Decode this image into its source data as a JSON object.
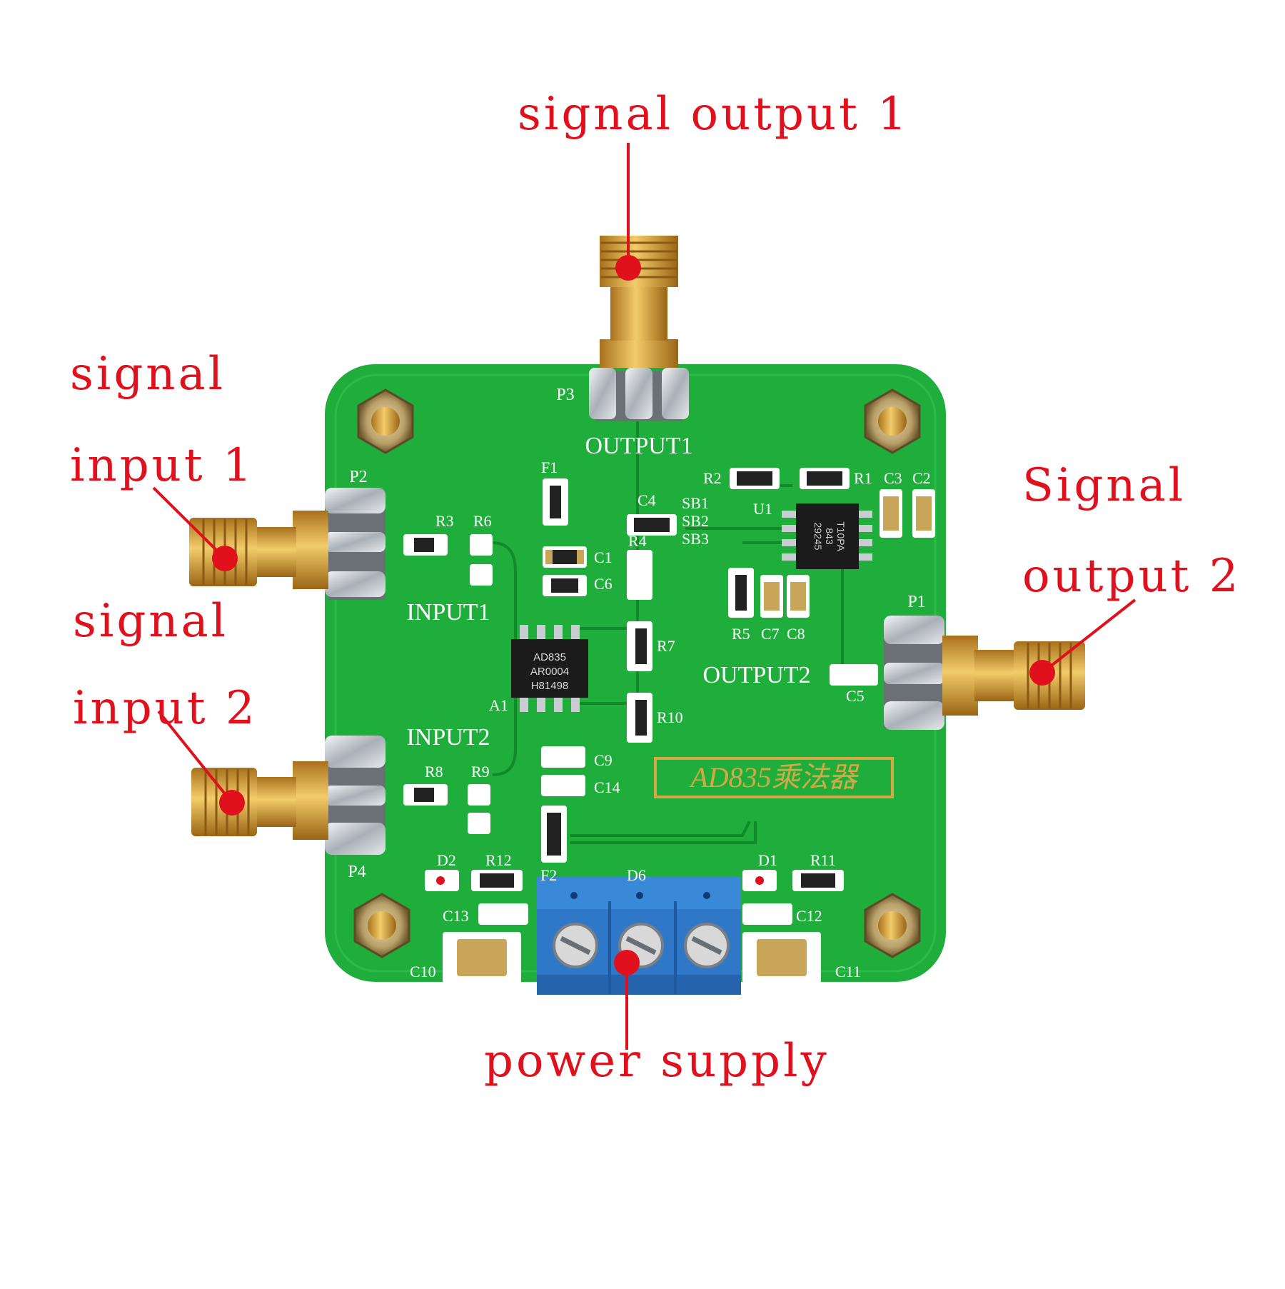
{
  "annotations": {
    "signal_output_1": "signal output 1",
    "signal_input_1_line1": "signal",
    "signal_input_1_line2": "input 1",
    "signal_input_2_line1": "signal",
    "signal_input_2_line2": "input 2",
    "signal_output_2_line1": "Signal",
    "signal_output_2_line2": "output 2",
    "power_supply": "power supply"
  },
  "pcb": {
    "silkscreen": {
      "output1": "OUTPUT1",
      "output2": "OUTPUT2",
      "input1": "INPUT1",
      "input2": "INPUT2",
      "p1": "P1",
      "p2": "P2",
      "p3": "P3",
      "p4": "P4",
      "title": "AD835乘法器",
      "parts": [
        "R1",
        "R2",
        "R3",
        "R4",
        "R5",
        "R6",
        "R7",
        "R8",
        "R9",
        "R10",
        "R11",
        "R12",
        "C1",
        "C2",
        "C3",
        "C4",
        "C5",
        "C6",
        "C7",
        "C8",
        "C9",
        "C10",
        "C11",
        "C12",
        "C13",
        "C14",
        "D1",
        "D2",
        "D6",
        "F1",
        "F2",
        "U1",
        "A1",
        "SB1",
        "SB2",
        "SB3"
      ]
    },
    "chip_main": [
      "AD835",
      "AR0004",
      "H81498"
    ],
    "chip_u1": [
      "T10PA",
      "843",
      "29245"
    ]
  },
  "colors": {
    "board": "#1fae3b",
    "label_red": "#e0101c",
    "gold": "#d9a23a",
    "terminal_blue": "#2f78c8",
    "solder": "#c9ccd1"
  }
}
